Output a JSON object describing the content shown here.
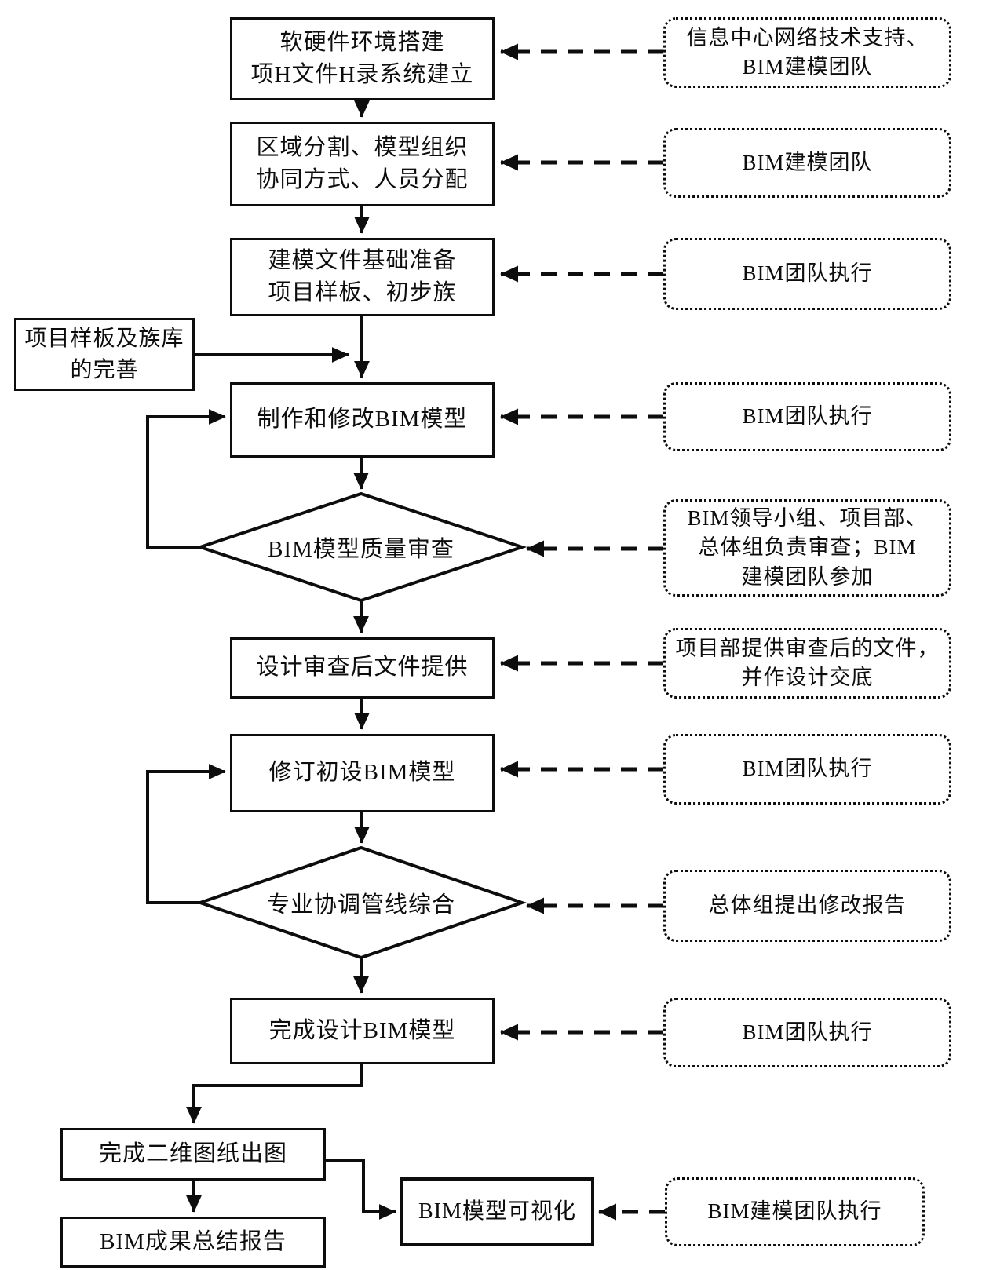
{
  "colors": {
    "ink": "#0d0d0d",
    "background": "#ffffff"
  },
  "nodes": [
    {
      "id": "env-setup",
      "lines": [
        "软硬件环境搭建",
        "项H文件H录系统建立"
      ]
    },
    {
      "id": "partition",
      "lines": [
        "区域分割、模型组织",
        "协同方式、人员分配"
      ]
    },
    {
      "id": "file-prep",
      "lines": [
        "建模文件基础准备",
        "项目样板、初步族"
      ]
    },
    {
      "id": "template-lib",
      "lines": [
        "项目样板及族库",
        "的完善"
      ]
    },
    {
      "id": "build-model",
      "lines": [
        "制作和修改BIM模型"
      ]
    },
    {
      "id": "quality-review",
      "lines": [
        "BIM模型质量审查"
      ]
    },
    {
      "id": "provide-files",
      "lines": [
        "设计审查后文件提供"
      ]
    },
    {
      "id": "revise-model",
      "lines": [
        "修订初设BIM模型"
      ]
    },
    {
      "id": "pipe-coord",
      "lines": [
        "专业协调管线综合"
      ]
    },
    {
      "id": "finish-model",
      "lines": [
        "完成设计BIM模型"
      ]
    },
    {
      "id": "drawings",
      "lines": [
        "完成二维图纸出图"
      ]
    },
    {
      "id": "summary-report",
      "lines": [
        "BIM成果总结报告"
      ]
    },
    {
      "id": "visualization",
      "lines": [
        "BIM模型可视化"
      ]
    }
  ],
  "annotations": [
    {
      "id": "ann-1",
      "lines": [
        "信息中心网络技术支持、",
        "BIM建模团队"
      ]
    },
    {
      "id": "ann-2",
      "lines": [
        "BIM建模团队"
      ]
    },
    {
      "id": "ann-3",
      "lines": [
        "BIM团队执行"
      ]
    },
    {
      "id": "ann-4",
      "lines": [
        "BIM团队执行"
      ]
    },
    {
      "id": "ann-5",
      "lines": [
        "BIM领导小组、项目部、",
        "总体组负责审查；BIM",
        "建模团队参加"
      ]
    },
    {
      "id": "ann-6",
      "lines": [
        "项目部提供审查后的文件，",
        "并作设计交底"
      ]
    },
    {
      "id": "ann-7",
      "lines": [
        "BIM团队执行"
      ]
    },
    {
      "id": "ann-8",
      "lines": [
        "总体组提出修改报告"
      ]
    },
    {
      "id": "ann-9",
      "lines": [
        "BIM团队执行"
      ]
    },
    {
      "id": "ann-10",
      "lines": [
        "BIM建模团队执行"
      ]
    }
  ]
}
